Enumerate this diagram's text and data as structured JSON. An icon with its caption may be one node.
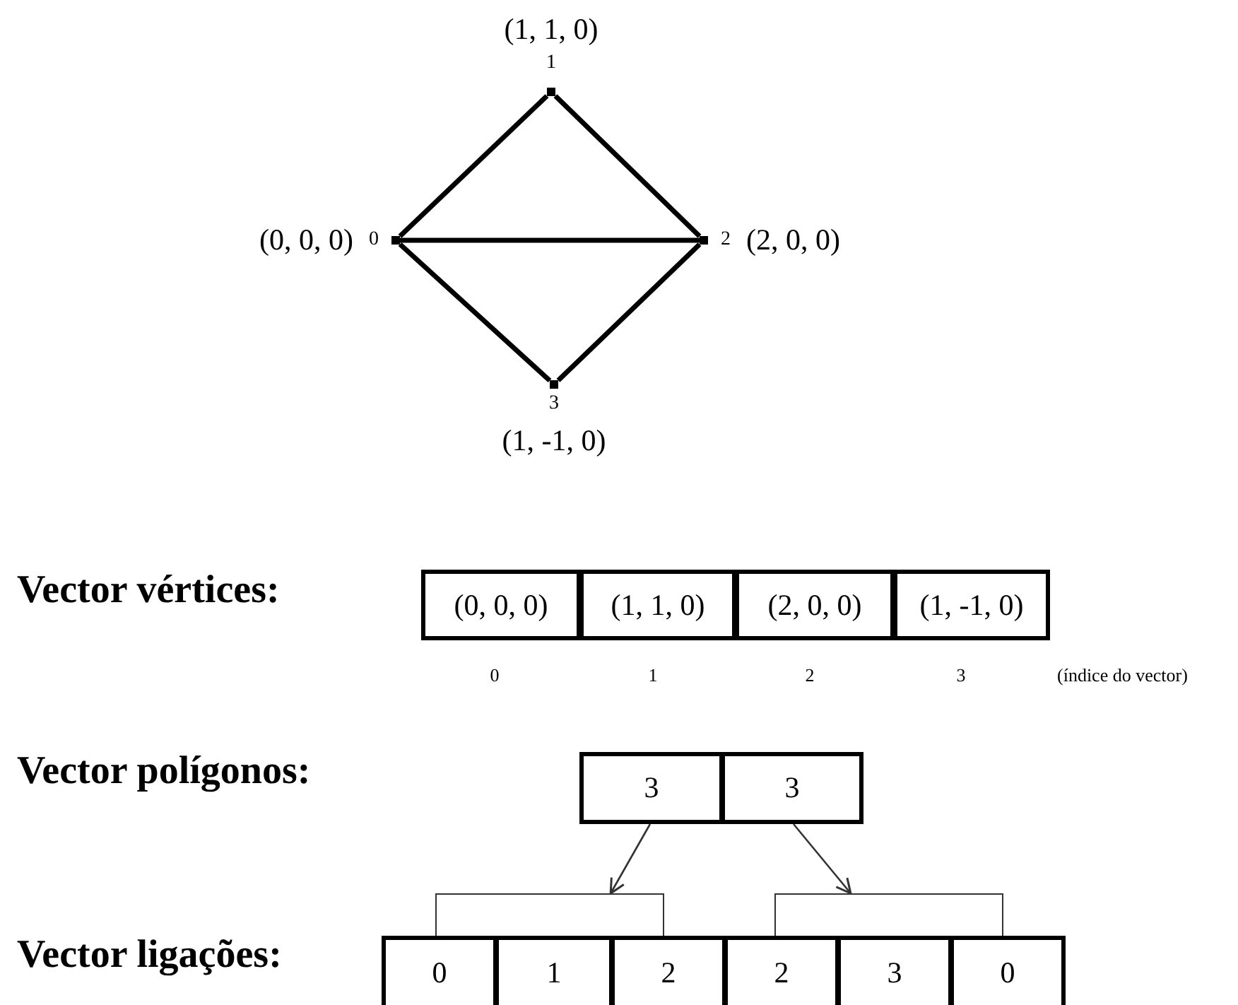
{
  "diagram": {
    "nodes": [
      {
        "text": [
          "1"
        ],
        "beside": [
          "(1, 1, 0)"
        ]
      },
      {
        "text": [
          "0"
        ],
        "beside": [
          "(0, 0, 0)"
        ]
      },
      {
        "text": [
          "2"
        ],
        "beside": [
          "(2, 0, 0)"
        ]
      },
      {
        "text": [
          "3"
        ],
        "beside": [
          "(1, -1, 0)"
        ]
      },
      {
        "text": [
          "(0, 0, 0)"
        ]
      },
      {
        "text": [
          "(1, 1, 0)"
        ]
      },
      {
        "text": [
          "(2, 0, 0)"
        ]
      },
      {
        "text": [
          "(1, -1, 0)"
        ]
      },
      {
        "text": [
          "3"
        ]
      },
      {
        "text": [
          "3"
        ]
      },
      {
        "text": [],
        "shape": "bracket"
      },
      {
        "text": [],
        "shape": "bracket"
      },
      {
        "text": [
          "0"
        ]
      },
      {
        "text": [
          "1"
        ]
      },
      {
        "text": [
          "2"
        ]
      },
      {
        "text": [
          "2"
        ]
      },
      {
        "text": [
          "3"
        ]
      },
      {
        "text": [
          "0"
        ]
      }
    ],
    "edges": [
      {
        "from": 1,
        "to": 0,
        "arrow": "none"
      },
      {
        "from": 0,
        "to": 2,
        "arrow": "none"
      },
      {
        "from": 2,
        "to": 3,
        "arrow": "none"
      },
      {
        "from": 3,
        "to": 1,
        "arrow": "none"
      },
      {
        "from": 1,
        "to": 2,
        "arrow": "none"
      },
      {
        "from": 8,
        "to": 10,
        "arrow": "to"
      },
      {
        "from": 9,
        "to": 11,
        "arrow": "to"
      }
    ],
    "labels": [
      "Vector vértices:",
      "0",
      "1",
      "2",
      "3",
      "(índice do vector)",
      "Vector polígonos:",
      "Vector ligações:"
    ]
  }
}
